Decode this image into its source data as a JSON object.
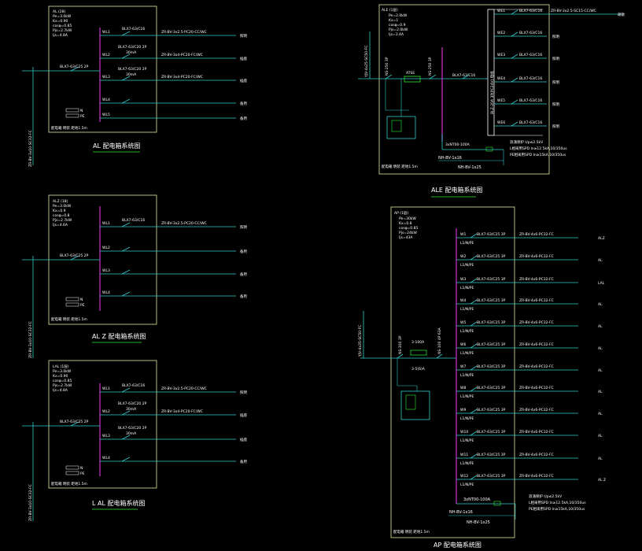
{
  "colors": {
    "bg": "#000000",
    "frame": "#e8e8a0",
    "bus": "#cc33cc",
    "line": "#33cccc",
    "text": "#ffffff",
    "green": "#33ee33",
    "yellow": "#ffff66"
  },
  "panels": {
    "al": {
      "caption": "AL 配电箱系统图",
      "params": [
        "AL (28)",
        "Pe=3.0kW",
        "Kx=0.90",
        "cosφ=0.85",
        "Pjs=2.7kW",
        "Ijs=4.8A"
      ],
      "incoming": "BLX7-63/C25 2P",
      "feeder_cable": "ZR-BV-3x10-SC32-FC",
      "circuits": [
        {
          "id": "WL1",
          "breaker": "BLX7-63/C16",
          "cable": "ZR-BV-3x2.5-PC20-CC/WC",
          "dest": "照明"
        },
        {
          "id": "WL2",
          "breaker": "BLX7-63/C20 2P",
          "rcd": "30mA",
          "cable": "ZR-BV-3x4-PC20-FC/WC",
          "dest": "插座"
        },
        {
          "id": "WL3",
          "breaker": "BLX7-63/C20 2P",
          "rcd": "30mA",
          "cable": "ZR-BV-3x4-PC20-FC/WC",
          "dest": "插座"
        },
        {
          "id": "WL4",
          "breaker": "",
          "cable": "",
          "dest": "备用"
        },
        {
          "id": "WL5",
          "breaker": "",
          "cable": "",
          "dest": "备用"
        }
      ],
      "terminals": [
        "N",
        "PE"
      ],
      "note": "配电箱 明装 距地1.5m"
    },
    "alz": {
      "caption": "AL Z 配电箱系统图",
      "params": [
        "ALZ (18)",
        "Pe=3.0kW",
        "Kx=0.9",
        "cosφ=0.8",
        "Pjs=2.7kW",
        "Ijs=4.6A"
      ],
      "incoming": "BLX7-63/C25 2P",
      "feeder_cable": "ZR-BV-3x10-SC32-FC",
      "circuits": [
        {
          "id": "WL1",
          "breaker": "BLX7-63/C16",
          "cable": "ZR-BV-3x2.5-PC20-CC/WC",
          "dest": "照明"
        },
        {
          "id": "WL2",
          "breaker": "",
          "cable": "",
          "dest": "备用"
        },
        {
          "id": "WL3",
          "breaker": "",
          "cable": "",
          "dest": "备用"
        },
        {
          "id": "WL4",
          "breaker": "",
          "cable": "",
          "dest": "备用"
        }
      ],
      "terminals": [
        "N",
        "PE"
      ],
      "note": "配电箱 明装 距地1.5m"
    },
    "lal": {
      "caption": "L AL 配电箱系统图",
      "params": [
        "LAL (1层)",
        "Pe=3.0kW",
        "Kx=0.90",
        "cosφ=0.85",
        "Pjs=2.7kW",
        "Ijs=4.8A"
      ],
      "incoming": "BLX7-63/C25 2P",
      "feeder_cable": "ZR-BV-3x10-SC32-FC",
      "circuits": [
        {
          "id": "WL1",
          "breaker": "BLX7-63/C16",
          "cable": "ZR-BV-3x2.5-PC20-CC/WC",
          "dest": "照明"
        },
        {
          "id": "WL2",
          "breaker": "BLX7-63/C20 2P",
          "rcd": "30mA",
          "cable": "ZR-BV-3x4-PC20-FC/WC",
          "dest": "插座"
        },
        {
          "id": "WL3",
          "breaker": "BLX7-63/C20 2P",
          "rcd": "30mA",
          "cable": "ZR-BV-3x4-PC20-FC/WC",
          "dest": "插座"
        },
        {
          "id": "WL4",
          "breaker": "",
          "cable": "",
          "dest": "备用"
        }
      ],
      "terminals": [
        "N",
        "PE"
      ],
      "note": "配电箱 明装 距地1.5m"
    },
    "ale": {
      "caption": "ALE 配电箱系统图",
      "params": [
        "ALE (1层)",
        "Pe=2.0kW",
        "Kx=1",
        "cosφ=0.9",
        "Pjs=2.0kW",
        "Ijs=3.4A"
      ],
      "incoming_cable": "YJV-4x25-SC50-FC",
      "main_switch": "NS-250 3P",
      "ats": "ATSE",
      "sub_switch": "NS-250 3P",
      "busbar": "BLZ-20A 3P(PC24V) 母线",
      "branch_breaker": "BLX7-63/C16",
      "circuits": [
        {
          "id": "WE1",
          "breaker": "BLX7-63/C16",
          "dest": "疏散"
        },
        {
          "id": "WE2",
          "breaker": "BLX7-63/C16",
          "dest": "照明"
        },
        {
          "id": "WE3",
          "breaker": "BLX7-63/C16",
          "dest": "照明"
        },
        {
          "id": "WE4",
          "breaker": "BLX7-63/C16",
          "dest": "照明"
        },
        {
          "id": "WE5",
          "breaker": "BLX7-63/C16",
          "dest": "照明"
        },
        {
          "id": "WE6",
          "breaker": "BLX7-63/C16",
          "dest": "照明"
        }
      ],
      "first_cable": "ZR-BV-3x2.5-SC15-CC/WC",
      "spd_switch": "3xNT00-100A",
      "spd_text": [
        "浪涌保护 Up≤2.5kV",
        "L相采用SPD In≥12.5kA,10/350us",
        "PE相采用SPD In≥15kA,10/350us"
      ],
      "ground_cables": [
        "NH-BV-1x16",
        "NH-BV-1x25"
      ],
      "note": "配电箱 明装 距地1.5m"
    },
    "ap": {
      "caption": "AP 配电箱系统图",
      "params": [
        "AP (1层)",
        "Pe=30kW",
        "Kx=0.8",
        "cosφ=0.85",
        "Pjs=24kW",
        "Ijs=43A"
      ],
      "incoming_cable": "YJV-4x35-SC50-FC",
      "main_switch": "NS-100 3P",
      "spd": "3-100A",
      "meter": "3-5(6)A",
      "sub_switch": "NS-100 4P 63A",
      "circuits": [
        {
          "id": "W1",
          "breaker": "BLX7-63/C25 3P",
          "cable": "ZR-BV-4x6-PC32-FC",
          "dest": "ALZ"
        },
        {
          "id": "W2",
          "breaker": "BLX7-63/C25 3P",
          "cable": "ZR-BV-4x6-PC32-FC",
          "dest": "AL"
        },
        {
          "id": "W3",
          "breaker": "BLX7-63/C25 3P",
          "cable": "ZR-BV-4x6-PC32-FC",
          "dest": "LAL"
        },
        {
          "id": "W4",
          "breaker": "BLX7-63/C25 3P",
          "cable": "ZR-BV-4x6-PC32-FC",
          "dest": "AL"
        },
        {
          "id": "W5",
          "breaker": "BLX7-63/C25 3P",
          "cable": "ZR-BV-4x6-PC32-FC",
          "dest": "AL"
        },
        {
          "id": "W6",
          "breaker": "BLX7-63/C25 3P",
          "cable": "ZR-BV-4x6-PC32-FC",
          "dest": "AL"
        },
        {
          "id": "W7",
          "breaker": "BLX7-63/C25 3P",
          "cable": "ZR-BV-4x6-PC32-FC",
          "dest": "AL"
        },
        {
          "id": "W8",
          "breaker": "BLX7-63/C25 3P",
          "cable": "ZR-BV-4x6-PC32-FC",
          "dest": "AL"
        },
        {
          "id": "W9",
          "breaker": "BLX7-63/C25 3P",
          "cable": "ZR-BV-4x6-PC32-FC",
          "dest": "AL"
        },
        {
          "id": "W10",
          "breaker": "BLX7-63/C25 3P",
          "cable": "ZR-BV-4x6-PC32-FC",
          "dest": "AL"
        },
        {
          "id": "W11",
          "breaker": "BLX7-63/C25 3P",
          "cable": "ZR-BV-4x6-PC32-FC",
          "dest": "AL"
        },
        {
          "id": "W12",
          "breaker": "BLX7-63/C25 3P",
          "cable": "ZR-BV-4x6-PC32-FC",
          "dest": "AL Z"
        }
      ],
      "phase_tag": "L1/N/PE",
      "spd_switch": "3xNT00-100A",
      "spd_text": [
        "浪涌保护 Up≤2.5kV",
        "L相采用SPD In≥12.5kA,10/350us",
        "PE相采用SPD In≥15kA,10/350us"
      ],
      "ground_cables": [
        "NH-BV-1x16",
        "NH-BV-1x25"
      ],
      "note": "配电箱 明装 距地1.5m"
    }
  }
}
